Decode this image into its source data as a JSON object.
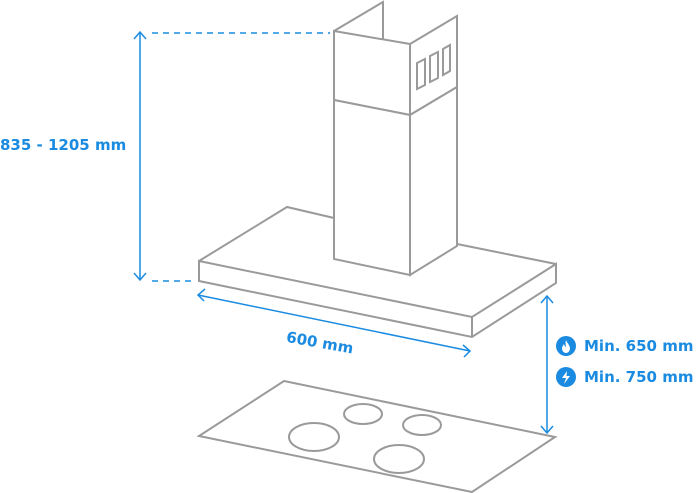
{
  "diagram": {
    "subject": "Island chimney cooker hood dimensions",
    "colors": {
      "line": "#999999",
      "accent": "#1a8be0"
    },
    "dimensions": {
      "height_range": "835 - 1205 mm",
      "width": "600 mm",
      "clearance_gas": {
        "icon": "flame-icon",
        "label": "Min. 650 mm"
      },
      "clearance_electric": {
        "icon": "lightning-icon",
        "label": "Min. 750 mm"
      }
    }
  }
}
